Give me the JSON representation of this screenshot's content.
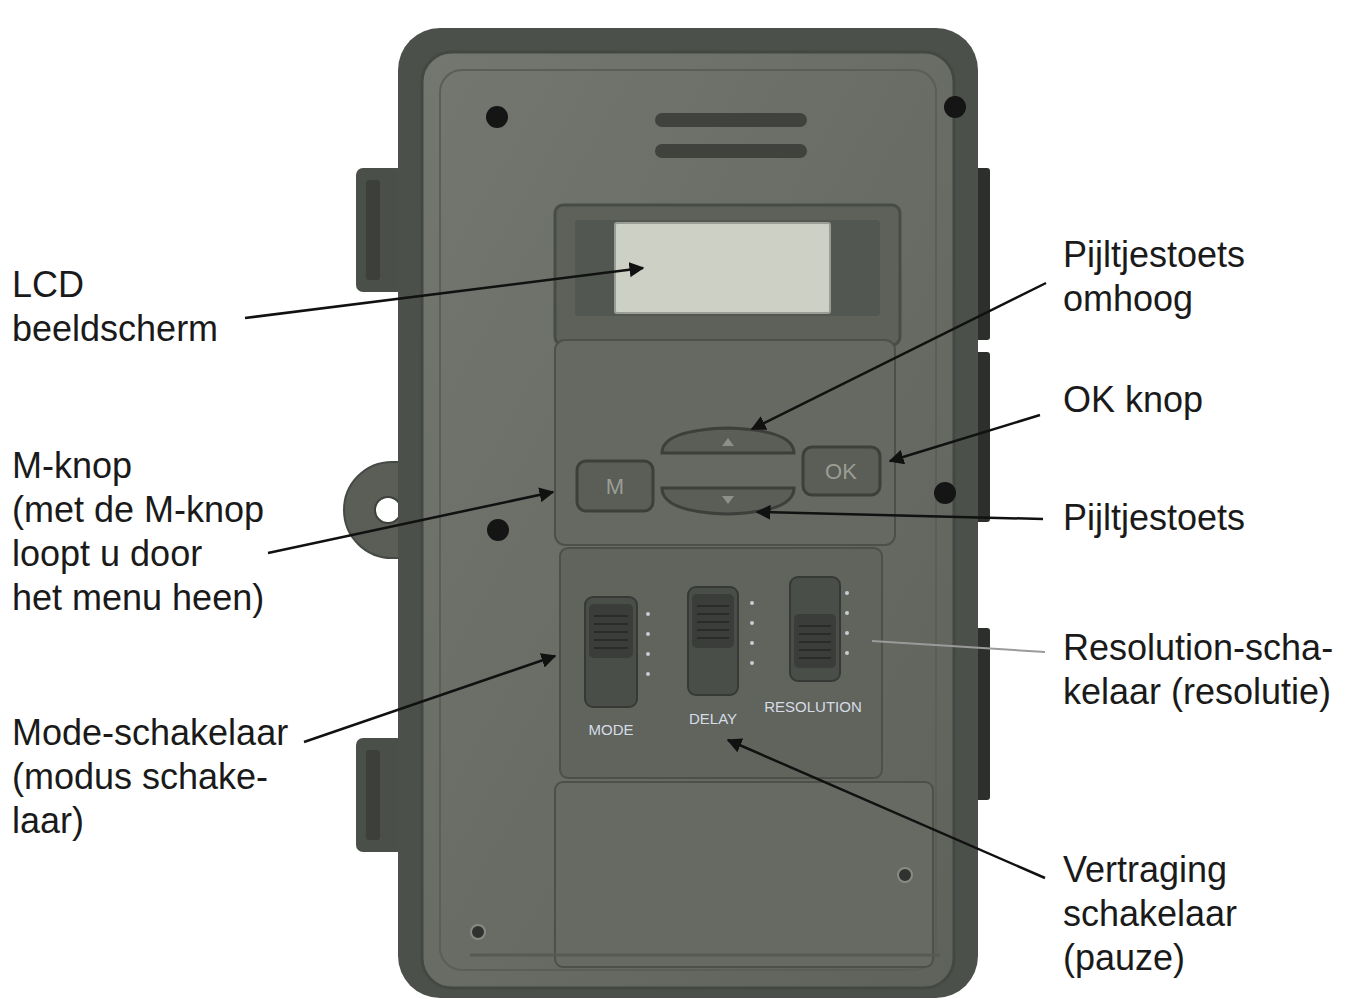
{
  "diagram": {
    "labels": [
      "LCD beeldscherm",
      "Pijltjestoets omhoog",
      "OK knop",
      "M-knop (met de M-knop loopt u door het menu heen)",
      "Pijltjestoets",
      "Resolution-scha- kelaar (resolutie)",
      "Mode-schakelaar (modus schake- laar)",
      "Vertraging schakelaar (pauze)",
      "M",
      "OK",
      "MODE",
      "DELAY",
      "RESOLUTION"
    ]
  }
}
